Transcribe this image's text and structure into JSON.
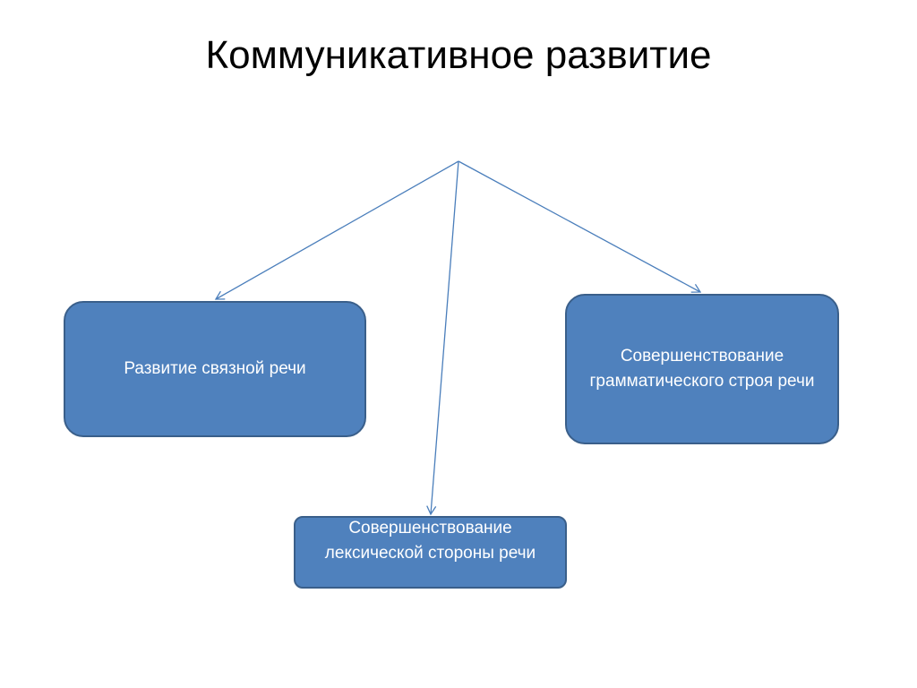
{
  "slide": {
    "title": "Коммуникативное развитие"
  },
  "diagram": {
    "boxes": {
      "left": {
        "label": "Развитие связной речи"
      },
      "right": {
        "label": "Совершенствование грамматического строя речи"
      },
      "bottom": {
        "label": "Совершенствование лексической стороны речи"
      }
    },
    "colors": {
      "box_fill": "#4f81bd",
      "box_border": "#3a5f8a",
      "connector": "#4a7ebb",
      "text": "#ffffff"
    }
  }
}
